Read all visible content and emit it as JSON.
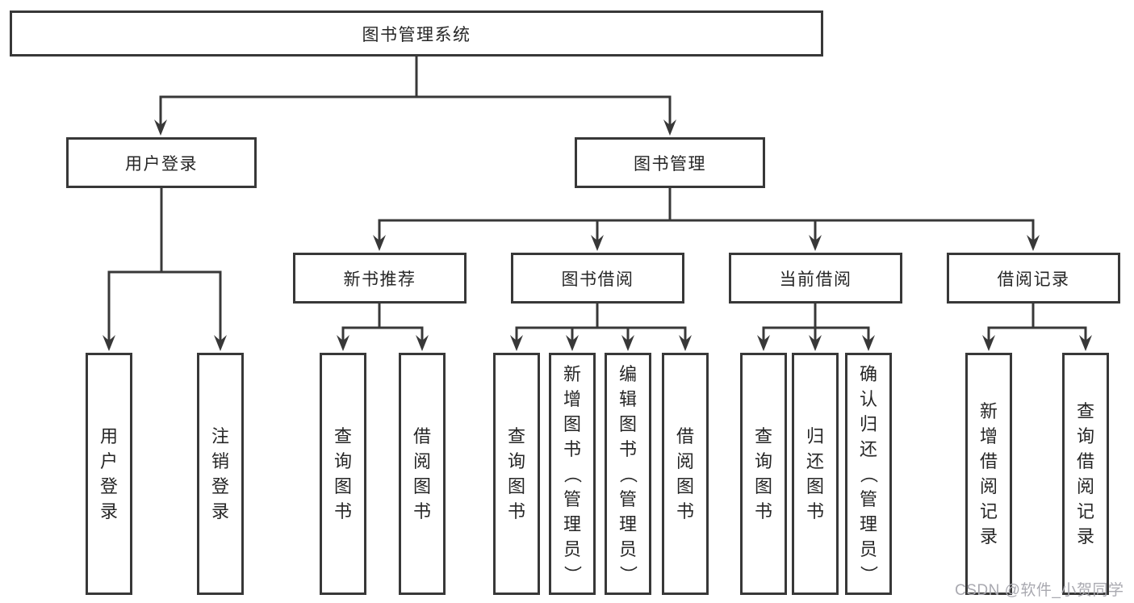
{
  "diagram": {
    "title": "图书管理系统",
    "level2": {
      "user_login": "用户登录",
      "book_management": "图书管理"
    },
    "level3": {
      "new_book_recommendation": "新书推荐",
      "book_borrowing": "图书借阅",
      "current_borrowing": "当前借阅",
      "borrowing_records": "借阅记录"
    },
    "leaves": {
      "user_login_children": [
        "用户登录",
        "注销登录"
      ],
      "new_book_children": [
        "查询图书",
        "借阅图书"
      ],
      "borrowing_children": [
        "查询图书",
        "新增图书（管理员）",
        "编辑图书（管理员）",
        "借阅图书"
      ],
      "current_children": [
        "查询图书",
        "归还图书",
        "确认归还（管理员）"
      ],
      "records_children": [
        "新增借阅记录",
        "查询借阅记录"
      ]
    }
  },
  "watermark": "CSDN @软件_小贺同学",
  "colors": {
    "line": "#383838",
    "text": "#262626",
    "watermark": "#a9a9b0",
    "background": "#ffffff"
  }
}
